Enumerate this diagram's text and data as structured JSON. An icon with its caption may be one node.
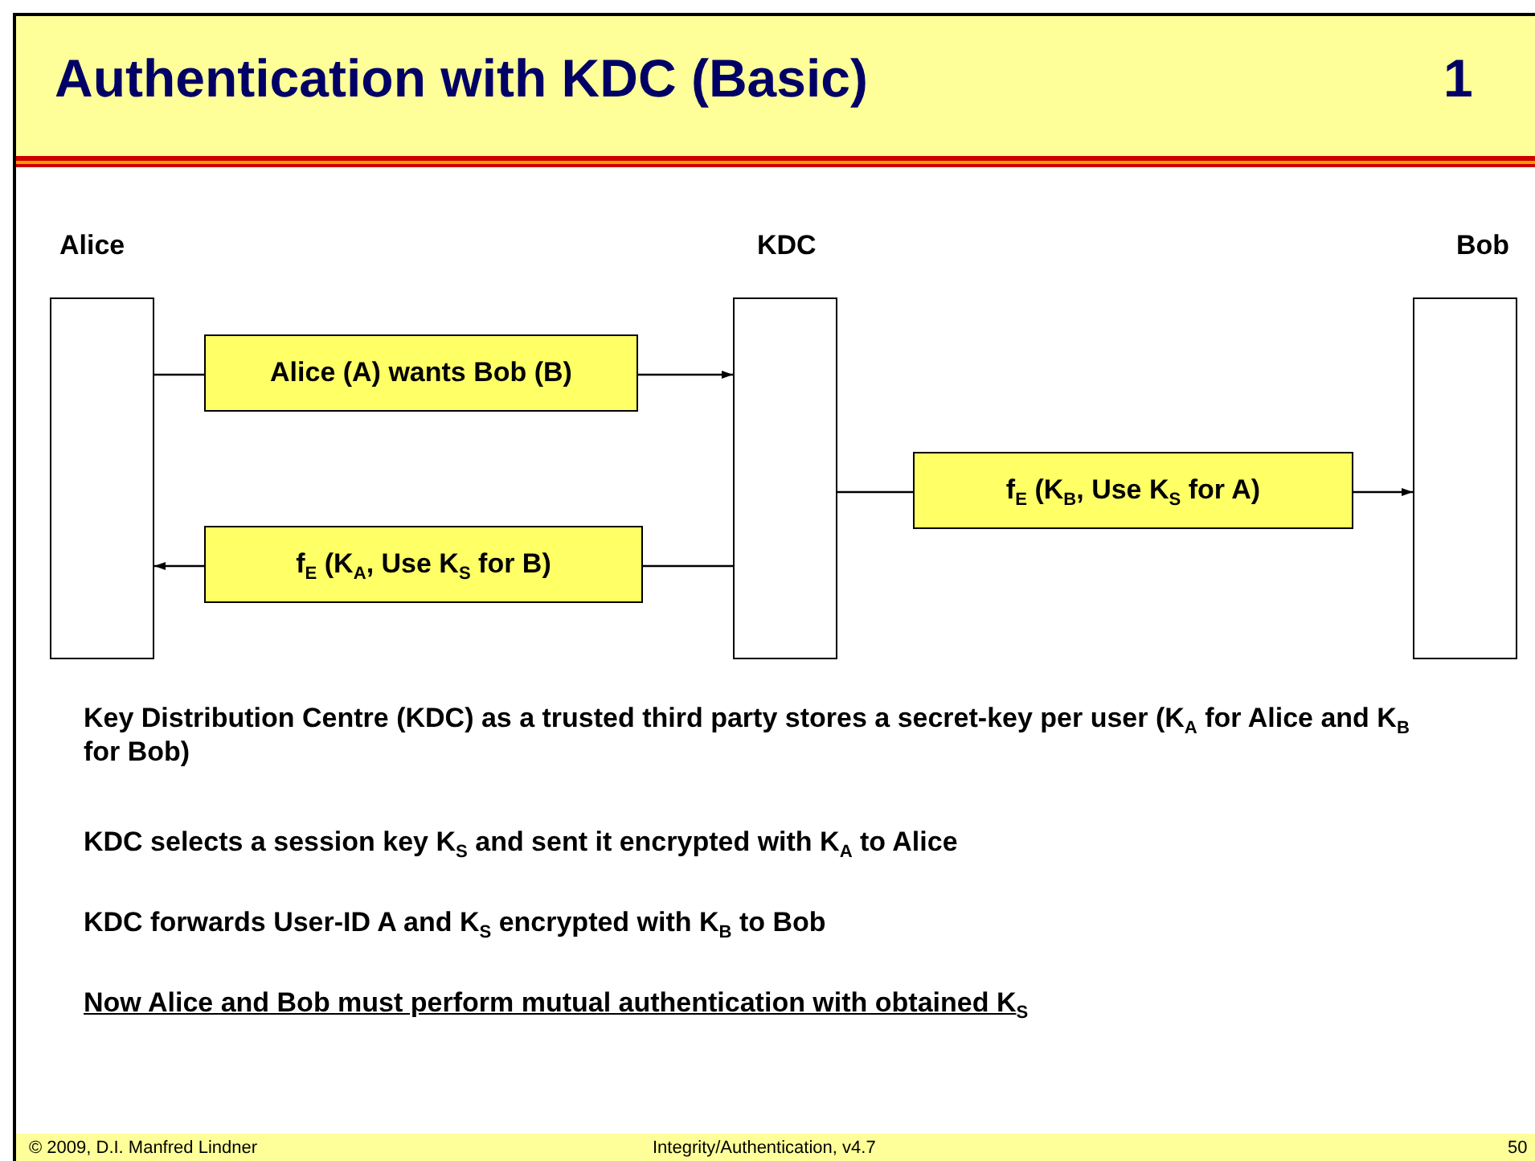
{
  "diagram": {
    "title": "Authentication with KDC (Basic)",
    "nodes": [
      {
        "text": [
          "Alice"
        ]
      },
      {
        "text": [
          "KDC"
        ]
      },
      {
        "text": [
          "Bob"
        ]
      }
    ],
    "edges": [
      {
        "from": 0,
        "to": 1,
        "arrow": "to",
        "label": "Alice (A) wants Bob (B)"
      },
      {
        "from": 1,
        "to": 2,
        "arrow": "to",
        "label": "f$_{E}$ (K$_{B}$, Use K$_{S}$ for A)"
      },
      {
        "from": 1,
        "to": 0,
        "arrow": "to",
        "label": "f$_{E}$ (K$_{A}$, Use K$_{S}$ for B)"
      }
    ],
    "labels": [
      "1",
      "Key Distribution Centre (KDC) as a trusted third party stores a secret-key per user (K$_{A}$ for Alice and K$_{B}$ for Bob)",
      "KDC selects a session key K$_{S}$ and sent it encrypted with K$_{A}$ to Alice",
      "KDC forwards User-ID A and K$_{S}$ encrypted with K$_{B}$ to Bob",
      "Now Alice and Bob must perform mutual authentication with obtained K$_{S}$",
      "© 2009, D.I. Manfred Lindner",
      "Integrity/Authentication, v4.7",
      "50"
    ]
  }
}
